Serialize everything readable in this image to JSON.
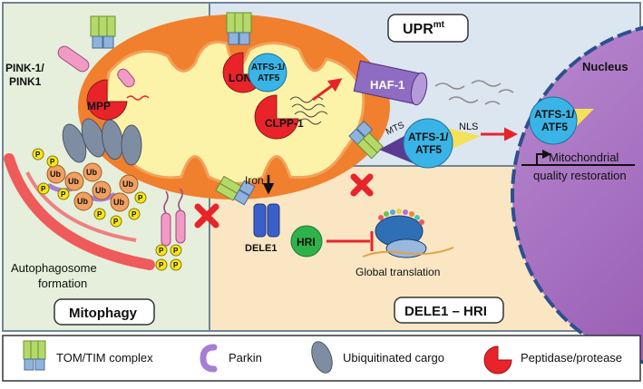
{
  "panels": {
    "upr": {
      "label_main": "UPR",
      "label_sup": "mt"
    },
    "mitophagy": {
      "label": "Mitophagy"
    },
    "dele1_hri": {
      "label": "DELE1 – HRI"
    }
  },
  "labels": {
    "pink1": "PINK-1/",
    "pink1_b": "PINK1",
    "mpp": "MPP",
    "lon": "LON",
    "atfs_a": "ATFS-1/",
    "atfs_b": "ATF5",
    "clpp": "CLPP-1",
    "haf": "HAF-1",
    "nucleus": "Nucleus",
    "nls": "NLS",
    "mts": "MTS",
    "mito_restore_a": "Mitochondrial",
    "mito_restore_b": "quality restoration",
    "iron": "Iron",
    "dele1": "DELE1",
    "hri": "HRI",
    "global_translation": "Global translation",
    "autophagosome_a": "Autophagosome",
    "autophagosome_b": "formation",
    "ub": "Ub",
    "p": "P"
  },
  "legend": {
    "items": [
      {
        "label": "TOM/TIM complex",
        "icon": "tom-tim-icon"
      },
      {
        "label": "Parkin",
        "icon": "parkin-icon"
      },
      {
        "label": "Ubiquitinated cargo",
        "icon": "ubiquitinated-cargo-icon"
      },
      {
        "label": "Peptidase/protease",
        "icon": "peptidase-icon"
      }
    ]
  },
  "colors": {
    "mitophagy_bg": "#e5efdc",
    "upr_bg": "#dce6f1",
    "dele_bg": "#fbe6c3",
    "mito_outer": "#f07f2e",
    "mito_inner": "#fdf3a8",
    "nucleus": "#9b59b6",
    "protease": "#e8242a",
    "atfs": "#3ab4e6",
    "haf": "#8e6cc2",
    "hri": "#2eb34a",
    "dele1": "#3b5fc9",
    "tom_green": "#b4d96a",
    "tim_blue": "#8fb3dc",
    "ub": "#f0a060",
    "p": "#f7e51c",
    "pink": "#f29ac6",
    "cargo": "#7f8da3"
  }
}
